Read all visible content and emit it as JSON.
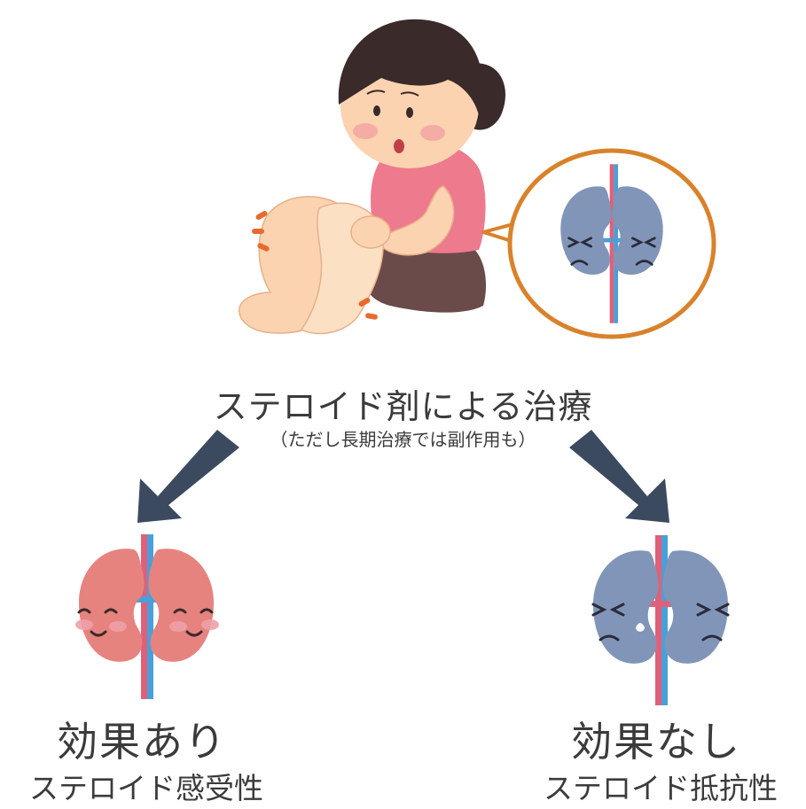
{
  "treatment": {
    "title": "ステロイド剤による治療",
    "note": "（ただし長期治療では副作用も）"
  },
  "outcomes": {
    "left": {
      "effect": "効果あり",
      "type": "ステロイド感受性"
    },
    "right": {
      "effect": "効果なし",
      "type": "ステロイド抵抗性"
    }
  },
  "colors": {
    "text": "#3b3b3b",
    "arrow": "#3b4a5f",
    "healthy_kidney": "#e6837f",
    "sad_kidney": "#8095b8",
    "vein": "#4a9fd8",
    "artery": "#e0607a",
    "bubble_border": "#d9822b"
  }
}
